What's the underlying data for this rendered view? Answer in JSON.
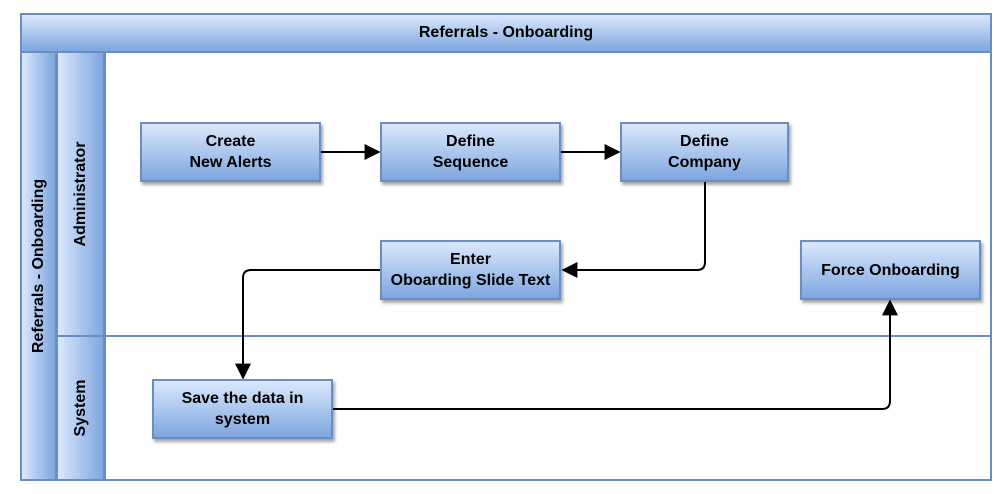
{
  "pool": {
    "title": "Referrals - Onboarding",
    "side_label": "Referrals - Onboarding"
  },
  "lanes": [
    {
      "label": "Administrator"
    },
    {
      "label": "System"
    }
  ],
  "nodes": {
    "create_alerts": "Create\nNew Alerts",
    "define_sequence": "Define\nSequence",
    "define_company": "Define\nCompany",
    "enter_slide_text": "Enter\nOboarding Slide Text",
    "force_onboarding": "Force Onboarding",
    "save_data": "Save the data in\nsystem"
  },
  "colors": {
    "fill_top": "#dae8fc",
    "fill_bottom": "#7ea6e0",
    "stroke": "#6c8ebf",
    "edge": "#000000"
  }
}
